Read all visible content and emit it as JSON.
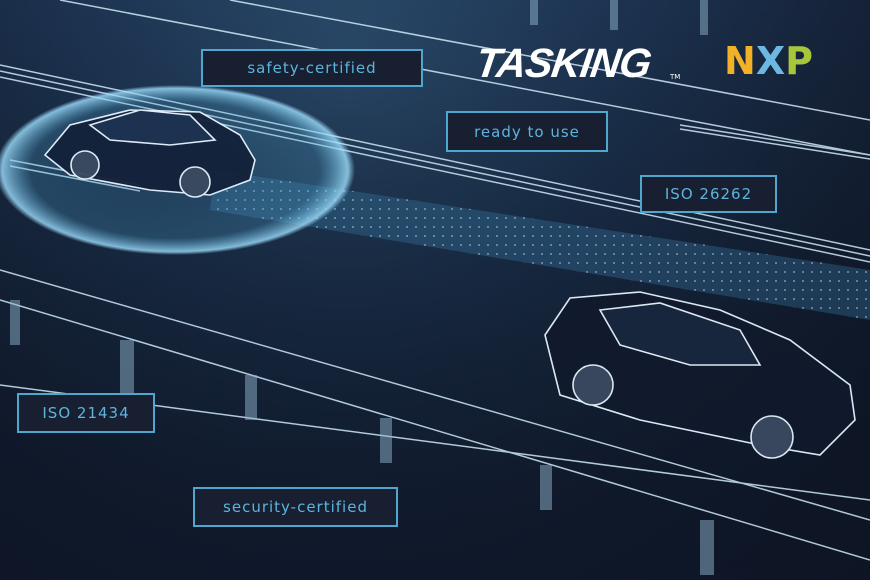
{
  "logos": {
    "tasking": {
      "text": "TASKING",
      "trademark": "TM",
      "color": "#ffffff"
    },
    "nxp": {
      "letters": [
        {
          "char": "N",
          "color": "#f2b127"
        },
        {
          "char": "X",
          "color": "#6cb8e3"
        },
        {
          "char": "P",
          "color": "#a7c73a"
        }
      ]
    }
  },
  "labels": {
    "safety": "safety-certified",
    "ready": "ready to use",
    "iso26262": "ISO 26262",
    "iso21434": "ISO 21434",
    "security": "security-certified"
  },
  "colors": {
    "label_border": "#4fa6cf",
    "label_text": "#5db4dc",
    "label_bg": "#171f31",
    "background": "#1d3452",
    "glow": "#6fc6ef"
  }
}
